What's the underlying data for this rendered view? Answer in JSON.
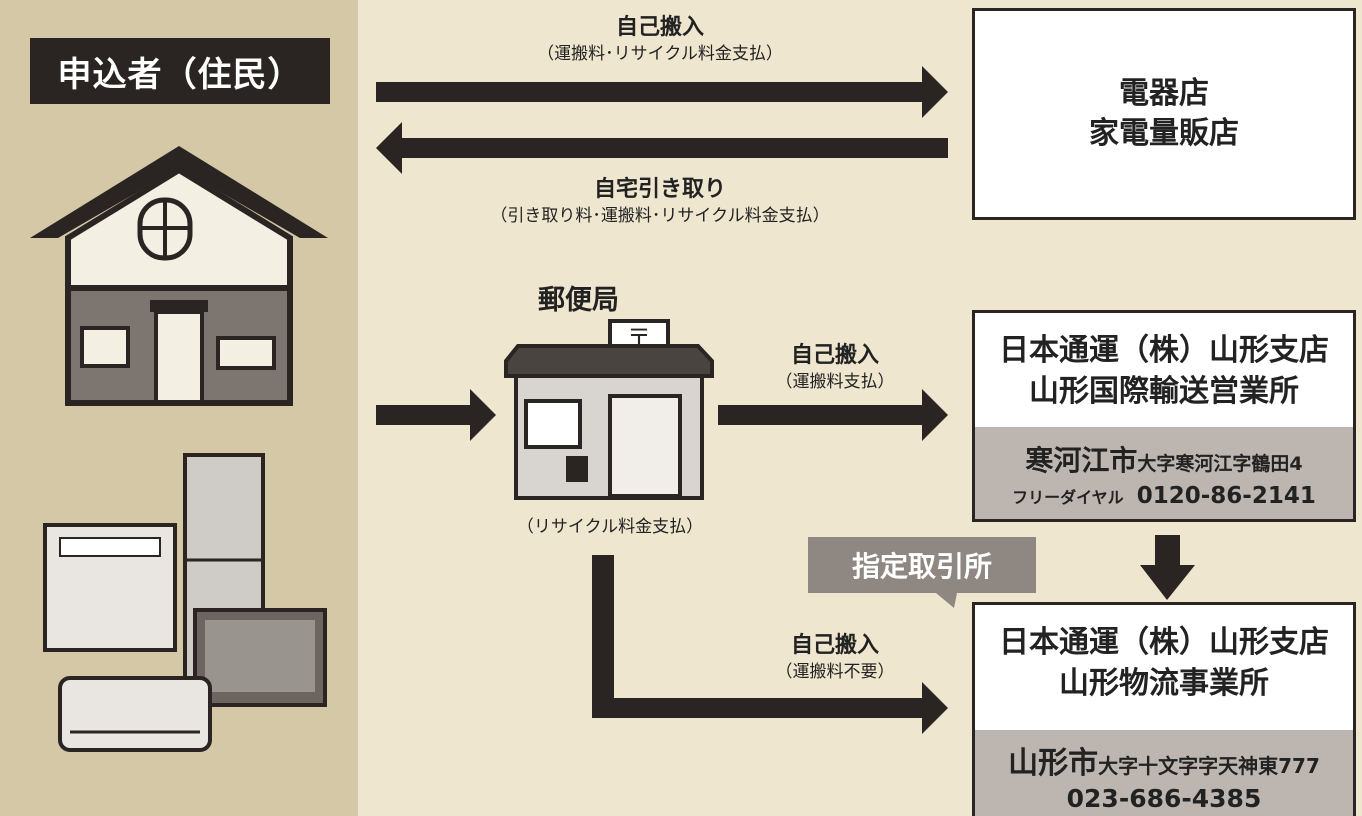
{
  "resident": {
    "label": "申込者（住民）"
  },
  "store_box": {
    "line1": "電器店",
    "line2": "家電量販店"
  },
  "arrow_self_top": {
    "title": "自己搬入",
    "sub": "（運搬料･リサイクル料金支払）"
  },
  "arrow_pickup": {
    "title": "自宅引き取り",
    "sub": "（引き取り料･運搬料･リサイクル料金支払）"
  },
  "post_office": {
    "title": "郵便局",
    "note": "（リサイクル料金支払）"
  },
  "arrow_self_mid": {
    "title": "自己搬入",
    "sub": "（運搬料支払）"
  },
  "nittsu_kokusai": {
    "line1": "日本通運（株）山形支店",
    "line2": "山形国際輸送営業所",
    "city": "寒河江市",
    "address": "大字寒河江字鶴田4",
    "phone_label": "フリーダイヤル",
    "phone": "0120-86-2141"
  },
  "designated_label": "指定取引所",
  "arrow_self_bottom": {
    "title": "自己搬入",
    "sub": "（運搬料不要）"
  },
  "nittsu_butsuryu": {
    "line1": "日本通運（株）山形支店",
    "line2": "山形物流事業所",
    "city": "山形市",
    "address": "大字十文字字天神東777",
    "phone": "023-686-4385"
  },
  "colors": {
    "arrow": "#2a2522",
    "column": "#d4c8a6",
    "background": "#efe6cf",
    "badge": "#8f8781",
    "info_band": "#bdb6b0"
  },
  "icons": [
    "house-icon",
    "post-office-icon",
    "appliances-icon",
    "mailbox-icon"
  ]
}
